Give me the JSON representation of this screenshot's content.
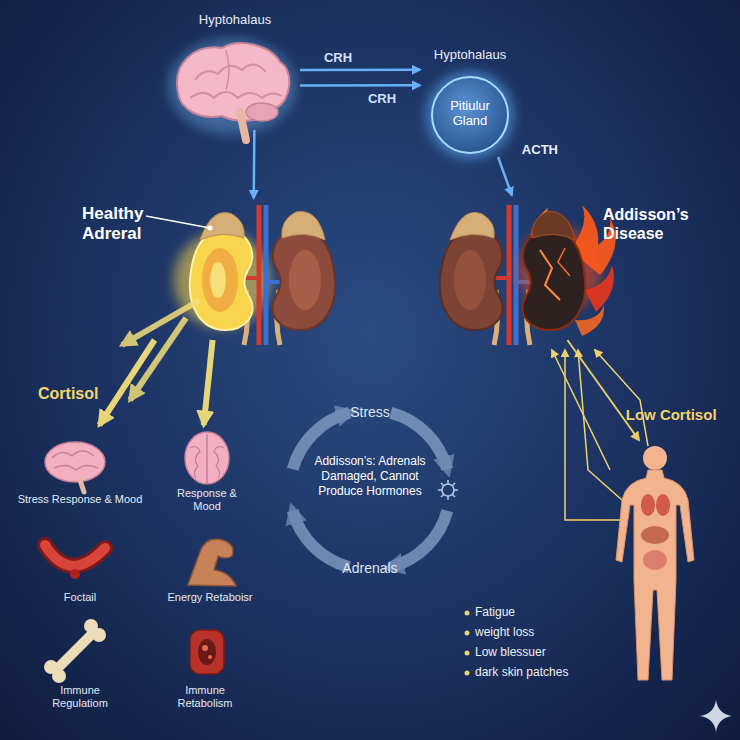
{
  "diagram": {
    "nodes": [
      {
        "text": [
          "Hyptohalaus"
        ]
      },
      {
        "text": [
          "Hyptohalaus",
          "Pitiulur Gland"
        ]
      },
      {
        "text": [
          "Healthy Adreral"
        ]
      },
      {
        "text": [
          "Addisson’s Disease"
        ]
      },
      {
        "text": [
          "Stress Response & Mood"
        ]
      },
      {
        "text": [
          "Response & Mood"
        ]
      },
      {
        "text": [
          "Foctail"
        ]
      },
      {
        "text": [
          "Energy Retaboisr"
        ]
      },
      {
        "text": [
          "Immune Regulatiom"
        ]
      },
      {
        "text": [
          "Immune Retabolism"
        ]
      },
      {
        "text": [
          "Stress",
          "Addisson’s: Adrenals Damaged, Cannot Produce Hormones",
          "Adrenals"
        ]
      },
      {
        "text": [
          "Fatigue",
          "weight loss",
          "Low blessuer",
          "dark skin patches"
        ]
      }
    ],
    "edges": [
      {
        "from": 0,
        "to": 1,
        "label": "CRH",
        "arrow": "to"
      },
      {
        "from": 0,
        "to": 1,
        "label": "CRH",
        "arrow": "to"
      },
      {
        "from": 1,
        "to": 3,
        "label": "ACTH",
        "arrow": "to"
      },
      {
        "from": 0,
        "to": 2,
        "arrow": "to"
      },
      {
        "from": 2,
        "to": 4,
        "arrow": "to"
      },
      {
        "from": 2,
        "to": 5,
        "arrow": "to"
      },
      {
        "from": 3,
        "to": 11,
        "label": "Low Cortisol",
        "arrow": "to"
      }
    ],
    "labels": [
      "Cortisol"
    ]
  }
}
